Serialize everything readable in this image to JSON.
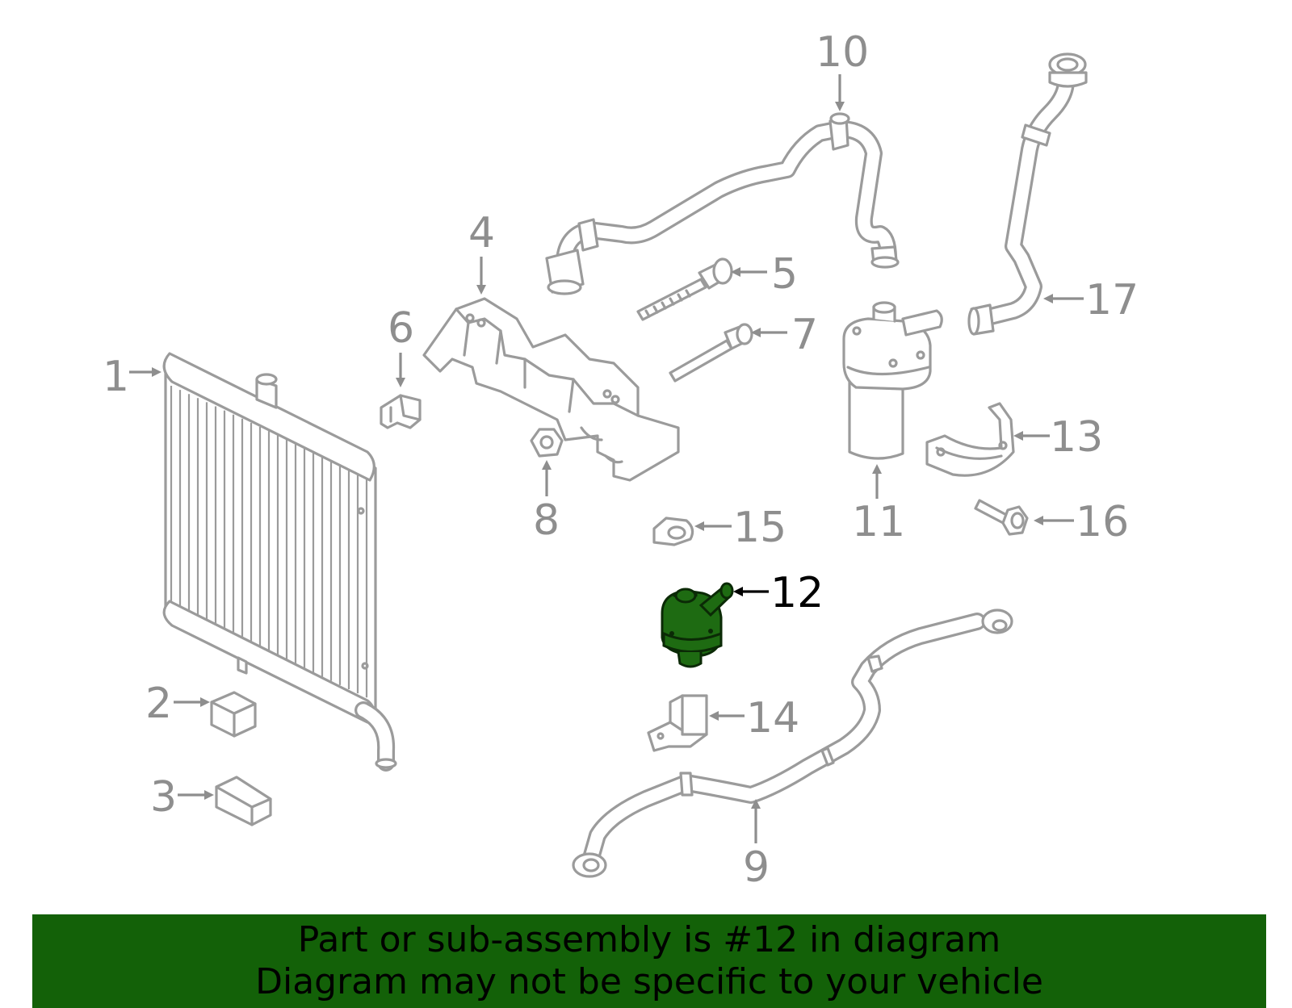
{
  "diagram": {
    "highlight_color": "#1e6b12",
    "callouts": [
      {
        "id": "1",
        "label": "1"
      },
      {
        "id": "2",
        "label": "2"
      },
      {
        "id": "3",
        "label": "3"
      },
      {
        "id": "4",
        "label": "4"
      },
      {
        "id": "5",
        "label": "5"
      },
      {
        "id": "6",
        "label": "6"
      },
      {
        "id": "7",
        "label": "7"
      },
      {
        "id": "8",
        "label": "8"
      },
      {
        "id": "9",
        "label": "9"
      },
      {
        "id": "10",
        "label": "10"
      },
      {
        "id": "11",
        "label": "11"
      },
      {
        "id": "12",
        "label": "12",
        "highlighted": true
      },
      {
        "id": "13",
        "label": "13"
      },
      {
        "id": "14",
        "label": "14"
      },
      {
        "id": "15",
        "label": "15"
      },
      {
        "id": "16",
        "label": "16"
      },
      {
        "id": "17",
        "label": "17"
      }
    ]
  },
  "banner": {
    "line1": "Part or sub-assembly is #12 in diagram",
    "line2": "Diagram may not be specific to your vehicle",
    "background_color": "#136108"
  }
}
